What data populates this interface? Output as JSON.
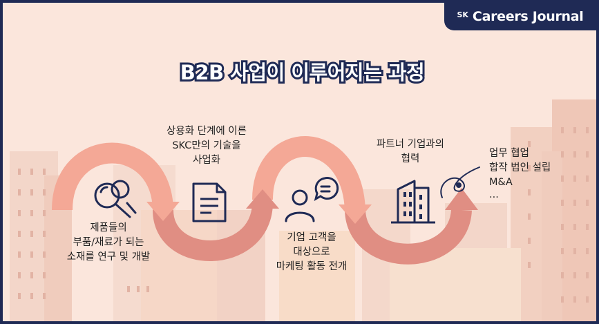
{
  "brand": {
    "sk": "SK",
    "name": "Careers Journal"
  },
  "title": "B2B 사업이 이루어지는 과정",
  "steps": [
    {
      "icon": "magnifier-icon",
      "lines": [
        "제품들의",
        "부품/재료가 되는",
        "소재를 연구 및 개발"
      ]
    },
    {
      "icon": "document-icon",
      "lines": [
        "상용화 단계에 이른",
        "SKC만의 기술을",
        "사업화"
      ]
    },
    {
      "icon": "customer-chat-icon",
      "lines": [
        "기업 고객을",
        "대상으로",
        "마케팅 활동 전개"
      ]
    },
    {
      "icon": "building-icon",
      "lines": [
        "파트너 기업과의",
        "협력"
      ]
    },
    {
      "icon": "handshake-line-icon",
      "lines": [
        "업무 협업",
        "합작 법인 설립",
        "M&A",
        "..."
      ]
    }
  ],
  "colors": {
    "frame": "#1f2a55",
    "background": "#fbe6dc",
    "arrow_light": "#f4a896",
    "arrow_dark": "#e08e83",
    "icon_stroke": "#1f2a55"
  }
}
